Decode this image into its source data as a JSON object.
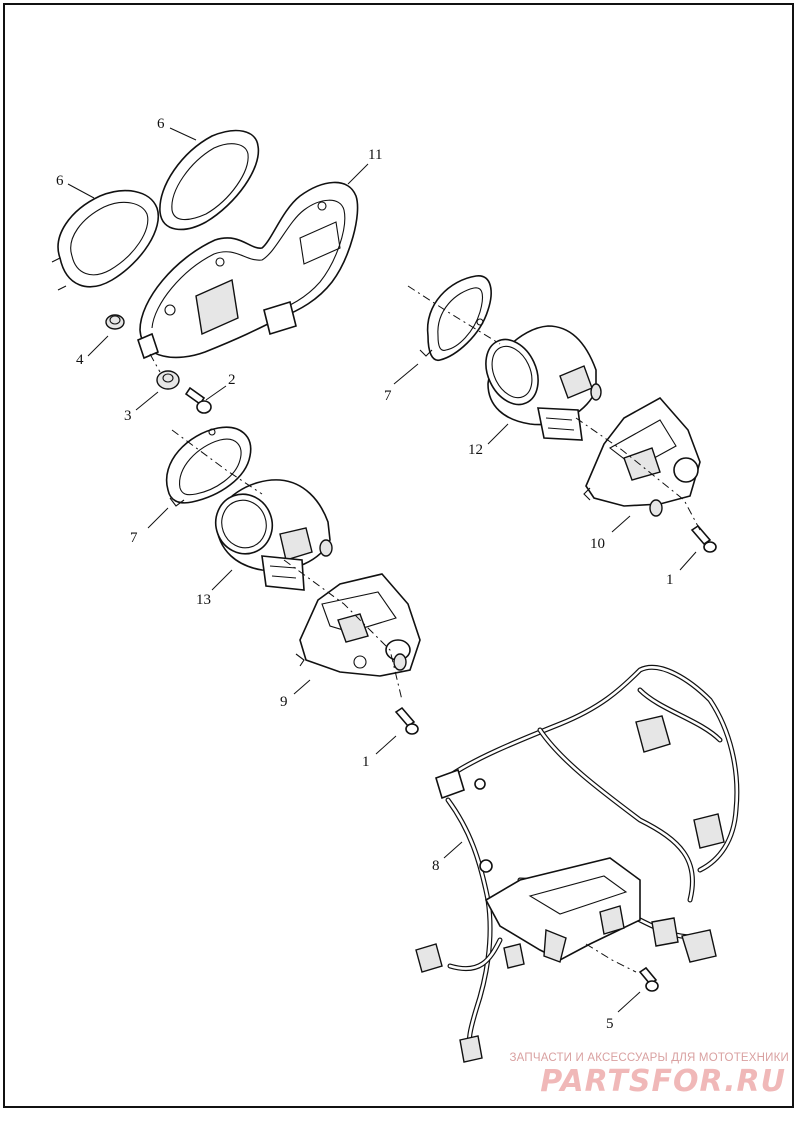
{
  "callouts": {
    "c6a": "6",
    "c6b": "6",
    "c11": "11",
    "c4": "4",
    "c2": "2",
    "c3": "3",
    "c7a": "7",
    "c7b": "7",
    "c12": "12",
    "c13": "13",
    "c10": "10",
    "c1a": "1",
    "c1b": "1",
    "c9": "9",
    "c8": "8",
    "c5": "5"
  },
  "watermark": {
    "tagline": "ЗАПЧАСТИ И АКСЕССУАРЫ ДЛЯ МОТОТЕХНИКИ",
    "logo": "PARTSFOR.RU"
  }
}
